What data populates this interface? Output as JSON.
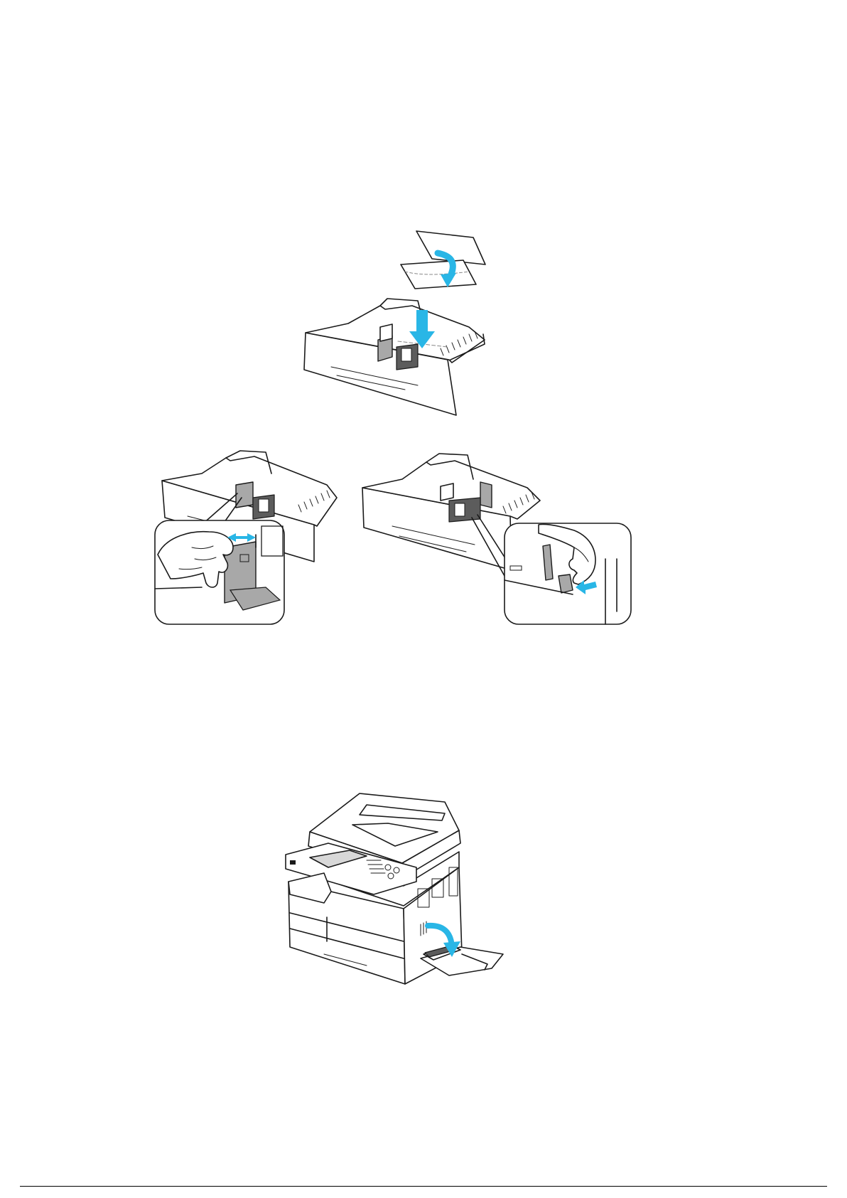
{
  "document": {
    "footer_text": "",
    "accent_color": "#29b6e6"
  },
  "figures": [
    {
      "id": "envelope-tray",
      "icons": [
        "envelope-flap-icon",
        "down-arrow-icon",
        "paper-tray-icon"
      ]
    },
    {
      "id": "tray-guides-left",
      "icons": [
        "paper-tray-icon",
        "width-guide-callout-icon",
        "hand-icon"
      ]
    },
    {
      "id": "tray-guides-right",
      "icons": [
        "paper-tray-icon",
        "length-guide-callout-icon",
        "hand-icon"
      ]
    },
    {
      "id": "printer-bypass",
      "icons": [
        "printer-icon",
        "bypass-tray-icon",
        "curved-arrow-icon"
      ]
    }
  ]
}
